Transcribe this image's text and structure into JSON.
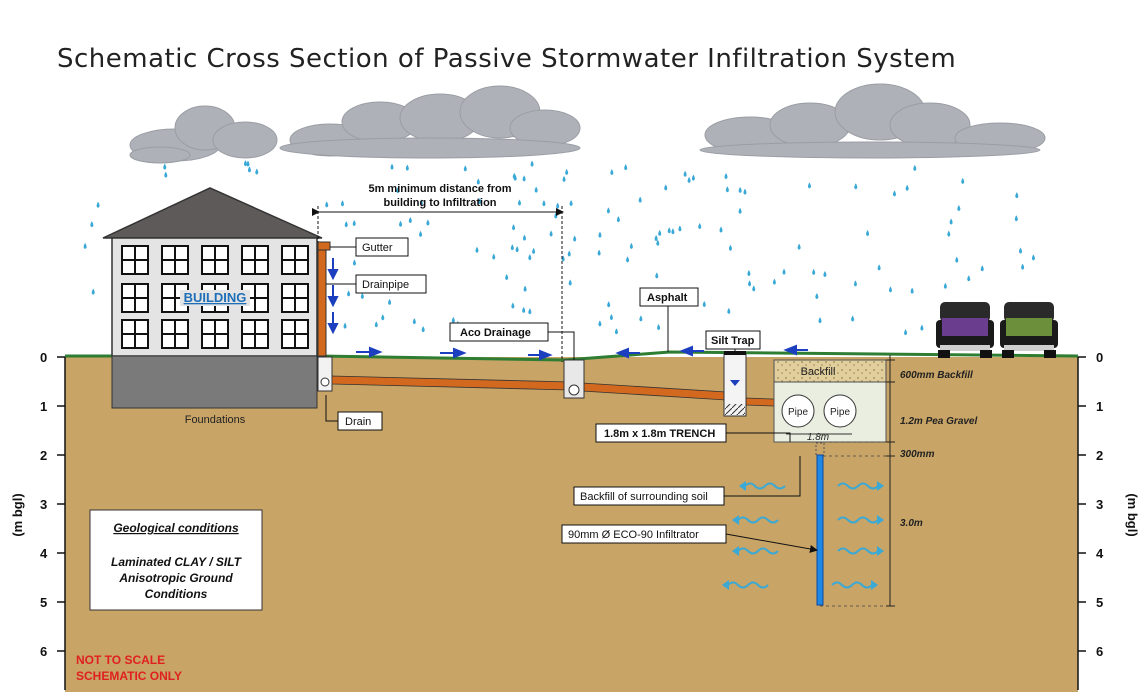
{
  "title": "Schematic Cross Section of Passive Stormwater Infiltration System",
  "axis": {
    "label": "(m bgl)",
    "ticks": [
      "0",
      "1",
      "2",
      "3",
      "4",
      "5",
      "6"
    ]
  },
  "labels": {
    "distance_line1": "5m minimum distance from",
    "distance_line2": "building to Infiltration",
    "gutter": "Gutter",
    "drainpipe": "Drainpipe",
    "building": "BUILDING",
    "foundations": "Foundations",
    "drain": "Drain",
    "aco_drainage": "Aco Drainage",
    "asphalt": "Asphalt",
    "silt_trap": "Silt Trap",
    "backfill": "Backfill",
    "pipe": "Pipe",
    "trench_width": "1.8m",
    "trench": "1.8m x 1.8m TRENCH",
    "backfill_soil": "Backfill of surrounding soil",
    "infiltrator": "90mm Ø ECO-90 Infiltrator",
    "dim_backfill": "600mm Backfill",
    "dim_pea_gravel": "1.2m Pea Gravel",
    "dim_300": "300mm",
    "dim_3m": "3.0m"
  },
  "geology": {
    "heading": "Geological conditions",
    "line1": "Laminated CLAY / SILT",
    "line2": "Anisotropic Ground",
    "line3": "Conditions"
  },
  "note": {
    "line1": "NOT TO SCALE",
    "line2": "SCHEMATIC ONLY"
  },
  "colors": {
    "soil": "#c8a466",
    "grass": "#2e7d32",
    "pipe": "#d2691e",
    "rain": "#3aa9d6",
    "cloud": "#aeb2b8",
    "arrow_blue": "#1c3fbf",
    "note_red": "#e02020",
    "infiltrator": "#1e88e5",
    "car_purple": "#6a3d8f",
    "car_green": "#6b8f3a"
  }
}
